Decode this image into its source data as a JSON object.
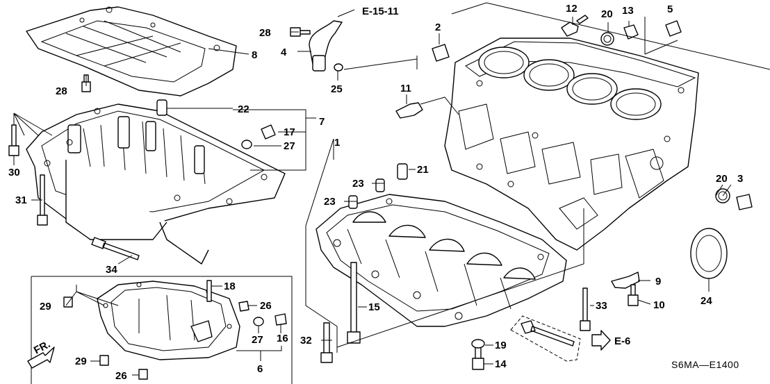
{
  "labels": {
    "l1": "1",
    "l2": "2",
    "l3": "3",
    "l4": "4",
    "l5": "5",
    "l6": "6",
    "l7": "7",
    "l8": "8",
    "l9": "9",
    "l10": "10",
    "l11": "11",
    "l12": "12",
    "l13": "13",
    "l14": "14",
    "l15": "15",
    "l16": "16",
    "l17": "17",
    "l18": "18",
    "l19": "19",
    "l20a": "20",
    "l20b": "20",
    "l21": "21",
    "l22": "22",
    "l23a": "23",
    "l23b": "23",
    "l24": "24",
    "l25": "25",
    "l26a": "26",
    "l26b": "26",
    "l27a": "27",
    "l27b": "27",
    "l28a": "28",
    "l28b": "28",
    "l29a": "29",
    "l29b": "29",
    "l30": "30",
    "l31": "31",
    "l32": "32",
    "l33": "33",
    "l34": "34"
  },
  "refs": {
    "top": "E-15-11",
    "right": "E-6"
  },
  "front_label": "FR.",
  "diagram_code": "S6MA—E1400"
}
